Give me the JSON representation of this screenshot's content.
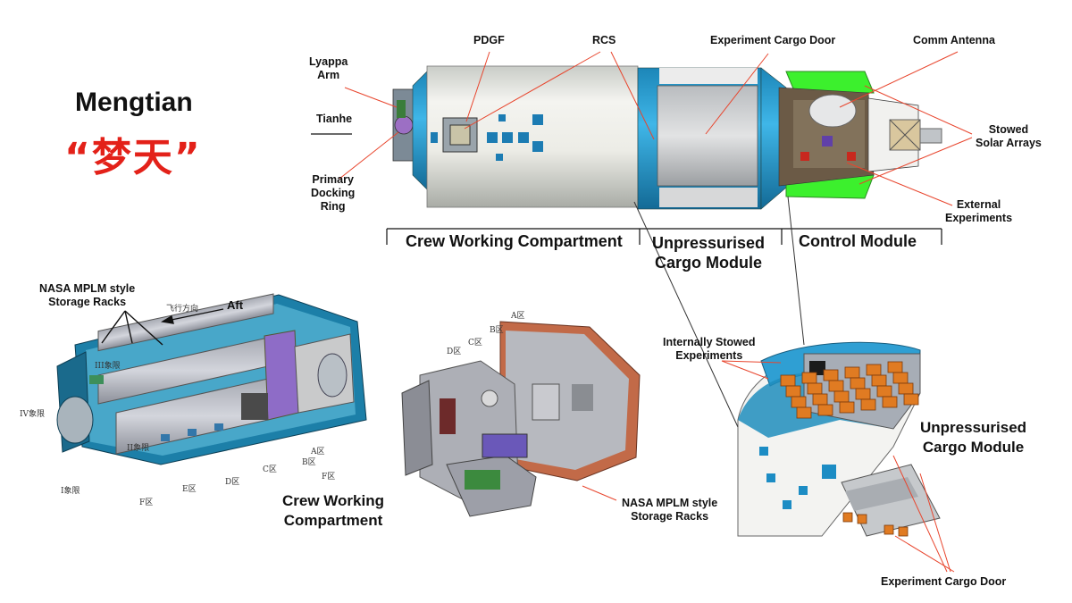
{
  "title": {
    "english": "Mengtian",
    "chinese": "“梦天”"
  },
  "top_view": {
    "callouts": {
      "lyappa_arm": "Lyappa\nArm",
      "tianhe": "Tianhe",
      "primary_docking_ring": "Primary\nDocking\nRing",
      "pdgf": "PDGF",
      "rcs": "RCS",
      "experiment_cargo_door": "Experiment Cargo Door",
      "comm_antenna": "Comm Antenna",
      "stowed_solar_arrays": "Stowed\nSolar Arrays",
      "external_experiments": "External\nExperiments"
    },
    "sections": {
      "crew_working": "Crew Working Compartment",
      "unpressurised": "Unpressurised\nCargo Module",
      "control": "Control Module"
    }
  },
  "left_view": {
    "racks_label": "NASA MPLM style\nStorage Racks",
    "aft": "Aft",
    "flight_direction": "飞行方向",
    "quadrants": {
      "i": "I象限",
      "ii": "II象限",
      "iii": "III象限",
      "iv": "IV象限"
    },
    "zones": {
      "a": "A区",
      "b": "B区",
      "c": "C区",
      "d": "D区",
      "e": "E区",
      "f1": "F区",
      "f2": "F区"
    }
  },
  "middle_view": {
    "caption": "Crew Working\nCompartment",
    "racks_label": "NASA MPLM style\nStorage Racks",
    "zones": {
      "a": "A区",
      "b": "B区",
      "c": "C区",
      "d": "D区"
    }
  },
  "right_view": {
    "internally_stowed": "Internally Stowed\nExperiments",
    "caption": "Unpressurised\nCargo Module",
    "door_label": "Experiment Cargo Door"
  }
}
